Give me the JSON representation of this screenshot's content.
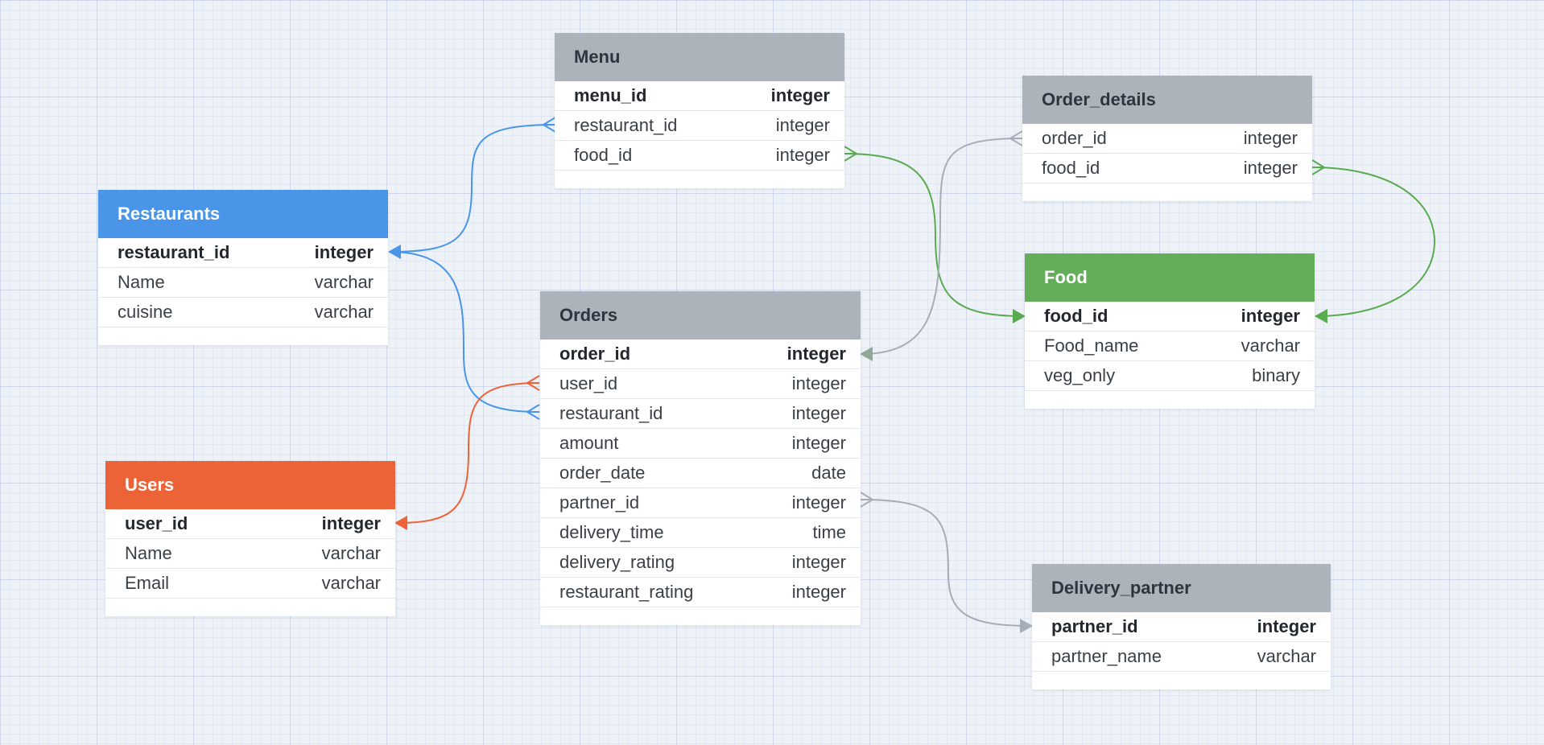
{
  "colors": {
    "restaurants": "#4a95e8",
    "users": "#ec6338",
    "food": "#64ae5a",
    "neutral": "#adb3bb",
    "link_blue": "#4a95e8",
    "link_orange": "#ec6338",
    "link_green": "#5aaa50",
    "link_gray": "#a7adb6",
    "link_graygreen": "#8fa897"
  },
  "tables": {
    "menu": {
      "title": "Menu",
      "rows": [
        {
          "name": "menu_id",
          "type": "integer"
        },
        {
          "name": "restaurant_id",
          "type": "integer"
        },
        {
          "name": "food_id",
          "type": "integer"
        }
      ]
    },
    "order_details": {
      "title": "Order_details",
      "rows": [
        {
          "name": "order_id",
          "type": "integer"
        },
        {
          "name": "food_id",
          "type": "integer"
        }
      ]
    },
    "restaurants": {
      "title": "Restaurants",
      "rows": [
        {
          "name": "restaurant_id",
          "type": "integer"
        },
        {
          "name": "Name",
          "type": "varchar"
        },
        {
          "name": "cuisine",
          "type": "varchar"
        }
      ]
    },
    "food": {
      "title": "Food",
      "rows": [
        {
          "name": "food_id",
          "type": "integer"
        },
        {
          "name": "Food_name",
          "type": "varchar"
        },
        {
          "name": "veg_only",
          "type": "binary"
        }
      ]
    },
    "orders": {
      "title": "Orders",
      "rows": [
        {
          "name": "order_id",
          "type": "integer"
        },
        {
          "name": "user_id",
          "type": "integer"
        },
        {
          "name": "restaurant_id",
          "type": "integer"
        },
        {
          "name": "amount",
          "type": "integer"
        },
        {
          "name": "order_date",
          "type": "date"
        },
        {
          "name": "partner_id",
          "type": "integer"
        },
        {
          "name": "delivery_time",
          "type": "time"
        },
        {
          "name": "delivery_rating",
          "type": "integer"
        },
        {
          "name": "restaurant_rating",
          "type": "integer"
        }
      ]
    },
    "users": {
      "title": "Users",
      "rows": [
        {
          "name": "user_id",
          "type": "integer"
        },
        {
          "name": "Name",
          "type": "varchar"
        },
        {
          "name": "Email",
          "type": "varchar"
        }
      ]
    },
    "delivery_partner": {
      "title": "Delivery_partner",
      "rows": [
        {
          "name": "partner_id",
          "type": "integer"
        },
        {
          "name": "partner_name",
          "type": "varchar"
        }
      ]
    }
  }
}
